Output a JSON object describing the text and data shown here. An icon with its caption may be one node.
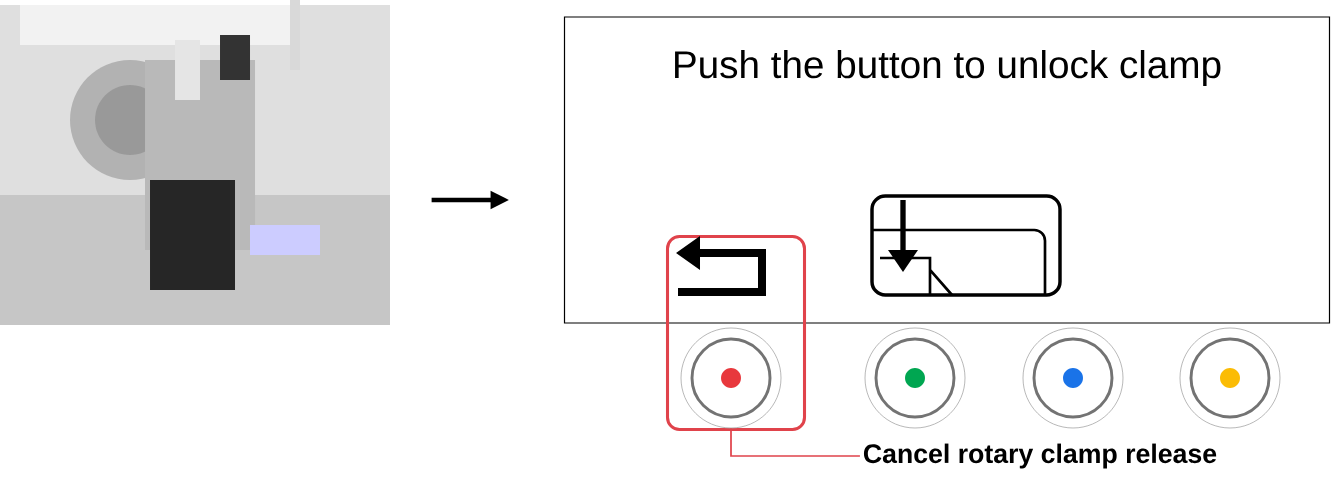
{
  "diagram": {
    "nodes": [
      {
        "text": [],
        "shape": "picture"
      },
      {
        "text": [
          "Push the button to unlock clamp"
        ]
      },
      {
        "text": [],
        "shape": "box"
      },
      {
        "text": [],
        "shape": "circle",
        "in": 2
      },
      {
        "text": [],
        "shape": "circle"
      },
      {
        "text": [],
        "shape": "circle"
      },
      {
        "text": [],
        "shape": "circle"
      },
      {
        "text": [
          "Cancel rotary clamp release"
        ]
      }
    ],
    "edges": [
      {
        "from": 0,
        "to": 1,
        "arrow": "to",
        "style": "thick"
      },
      {
        "from": 7,
        "to": 3,
        "arrow": "none",
        "color": "#e0434b"
      }
    ]
  }
}
